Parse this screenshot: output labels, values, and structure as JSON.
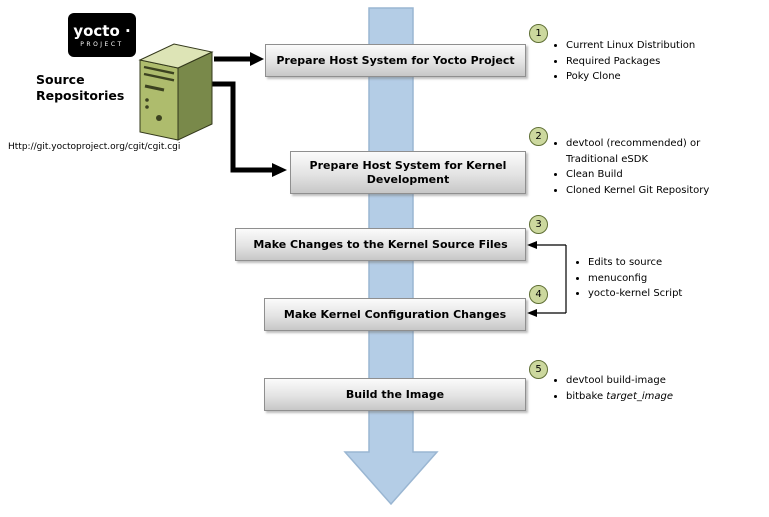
{
  "logo": {
    "brand": "yocto ·",
    "sub": "PROJECT"
  },
  "source": {
    "title_line1": "Source",
    "title_line2": "Repositories",
    "url": "Http://git.yoctoproject.org/cgit/cgit.cgi"
  },
  "steps": [
    {
      "num": "1",
      "label": "Prepare Host System for Yocto Project",
      "bullets": [
        "Current Linux Distribution",
        "Required Packages",
        "Poky Clone"
      ]
    },
    {
      "num": "2",
      "label": "Prepare Host System for Kernel Development",
      "bullets": [
        "devtool (recommended) or Traditional eSDK",
        "Clean Build",
        "Cloned Kernel Git Repository"
      ]
    },
    {
      "num": "3",
      "label": "Make Changes to the Kernel Source Files"
    },
    {
      "num": "4",
      "label": "Make Kernel Configuration Changes"
    },
    {
      "num": "5",
      "label": "Build the Image",
      "bullets": [
        "devtool build-image"
      ],
      "bullet_bitbake": {
        "prefix": "bitbake ",
        "italic": "target_image"
      }
    }
  ],
  "shared_bullets_3_4": [
    "Edits to source",
    "menuconfig",
    "yocto-kernel Script"
  ],
  "colors": {
    "arrow-blue": "#b4cde6",
    "arrow-blue-border": "#9ab6d2",
    "circle-fill": "#ccd89e",
    "circle-border": "#5f6f35",
    "server-front": "#aebc6d",
    "server-top": "#dde4b6",
    "server-side": "#79894a",
    "box-border": "#8f8f8f"
  }
}
